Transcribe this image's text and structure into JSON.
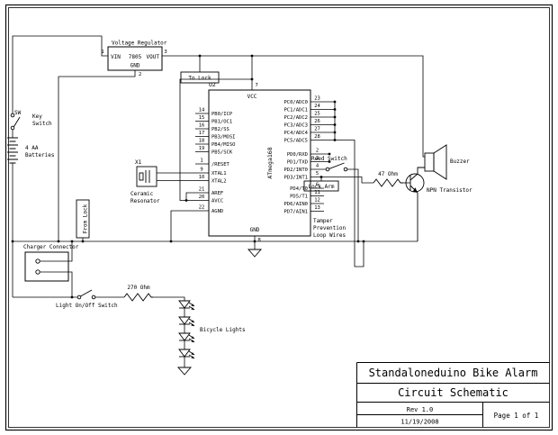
{
  "page": {
    "background": "#ffffff",
    "line_color": "#000000"
  },
  "title_block": {
    "title": "Standaloneduino Bike Alarm",
    "subtitle": "Circuit Schematic",
    "revision": "Rev 1.0",
    "date": "11/19/2008",
    "page": "Page 1 of 1"
  },
  "voltage_regulator": {
    "section_label": "Voltage Regulator",
    "vin": "VIN",
    "part": "7805",
    "vout": "VOUT",
    "gnd": "GND",
    "pin_vin": "1",
    "pin_vout": "3",
    "pin_gnd": "2"
  },
  "net_flags": {
    "to_lock": "To Lock",
    "from_lock": "From Lock",
    "lock_arm": "Lock Arm"
  },
  "mcu": {
    "ref": "U2",
    "part": "ATmega168",
    "vcc": "VCC",
    "vcc_pin": "7",
    "gnd": "GND",
    "gnd_pin": "8",
    "left_pins": [
      {
        "name": "PB0/ICP",
        "num": "14"
      },
      {
        "name": "PB1/OC1",
        "num": "15"
      },
      {
        "name": "PB2/SS",
        "num": "16"
      },
      {
        "name": "PB3/MOSI",
        "num": "17"
      },
      {
        "name": "PB4/MISO",
        "num": "18"
      },
      {
        "name": "PB5/SCK",
        "num": "19"
      },
      {
        "name": "/RESET",
        "num": "1"
      },
      {
        "name": "XTAL1",
        "num": "9"
      },
      {
        "name": "XTAL2",
        "num": "10"
      },
      {
        "name": "AREF",
        "num": "21"
      },
      {
        "name": "AVCC",
        "num": "20"
      },
      {
        "name": "AGND",
        "num": "22"
      }
    ],
    "right_pins": [
      {
        "name": "PC0/ADC0",
        "num": "23"
      },
      {
        "name": "PC1/ADC1",
        "num": "24"
      },
      {
        "name": "PC2/ADC2",
        "num": "25"
      },
      {
        "name": "PC3/ADC3",
        "num": "26"
      },
      {
        "name": "PC4/ADC4",
        "num": "27"
      },
      {
        "name": "PC5/ADC5",
        "num": "28"
      },
      {
        "name": "PD0/RXD",
        "num": "2"
      },
      {
        "name": "PD1/TXD",
        "num": "3"
      },
      {
        "name": "PD2/INT0",
        "num": "4"
      },
      {
        "name": "PD3/INT1",
        "num": "5"
      },
      {
        "name": "PD4/T0",
        "num": "6"
      },
      {
        "name": "PD5/T1",
        "num": "11"
      },
      {
        "name": "PD6/AIN0",
        "num": "12"
      },
      {
        "name": "PD7/AIN1",
        "num": "13"
      }
    ]
  },
  "components": {
    "key_switch": {
      "ref": "SW",
      "line1": "Key",
      "line2": "Switch"
    },
    "battery": {
      "line1": "4 AA",
      "line2": "Batteries"
    },
    "resonator": {
      "ref": "X1",
      "line1": "Ceramic",
      "line2": "Resonator"
    },
    "reed_switch": {
      "label": "Reed Switch"
    },
    "buzzer_resistor": {
      "label": "47 Ohm"
    },
    "buzzer": {
      "label": "Buzzer"
    },
    "transistor": {
      "label": "NPN Transistor"
    },
    "tamper_loop": {
      "line1": "Tamper",
      "line2": "Prevention",
      "line3": "Loop Wires"
    },
    "charger": {
      "label": "Charger Connector"
    },
    "light_switch": {
      "label": "Light On/Off Switch"
    },
    "light_resistor": {
      "label": "270 Ohm"
    },
    "bicycle_lights": {
      "label": "Bicycle Lights"
    }
  }
}
